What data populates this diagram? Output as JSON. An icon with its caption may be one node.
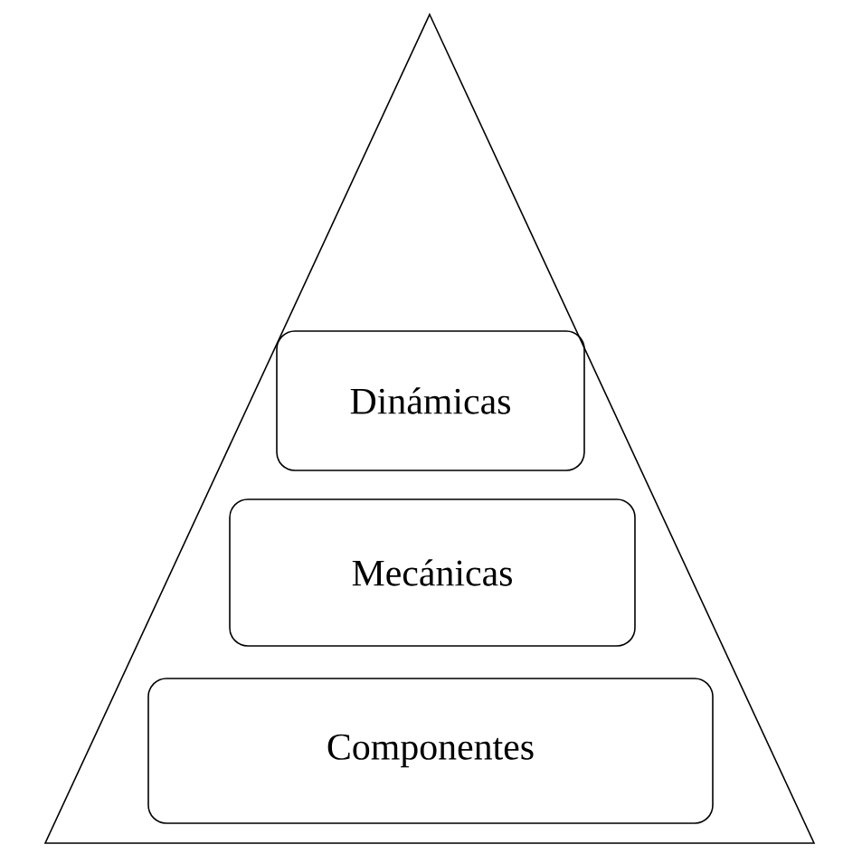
{
  "diagram": {
    "nodes": [
      {
        "text": [],
        "shape": "triangle"
      },
      {
        "text": [
          "Dinámicas"
        ],
        "in": 0
      },
      {
        "text": [
          "Mecánicas"
        ],
        "in": 0
      },
      {
        "text": [
          "Componentes"
        ],
        "in": 0
      }
    ],
    "edges": []
  }
}
